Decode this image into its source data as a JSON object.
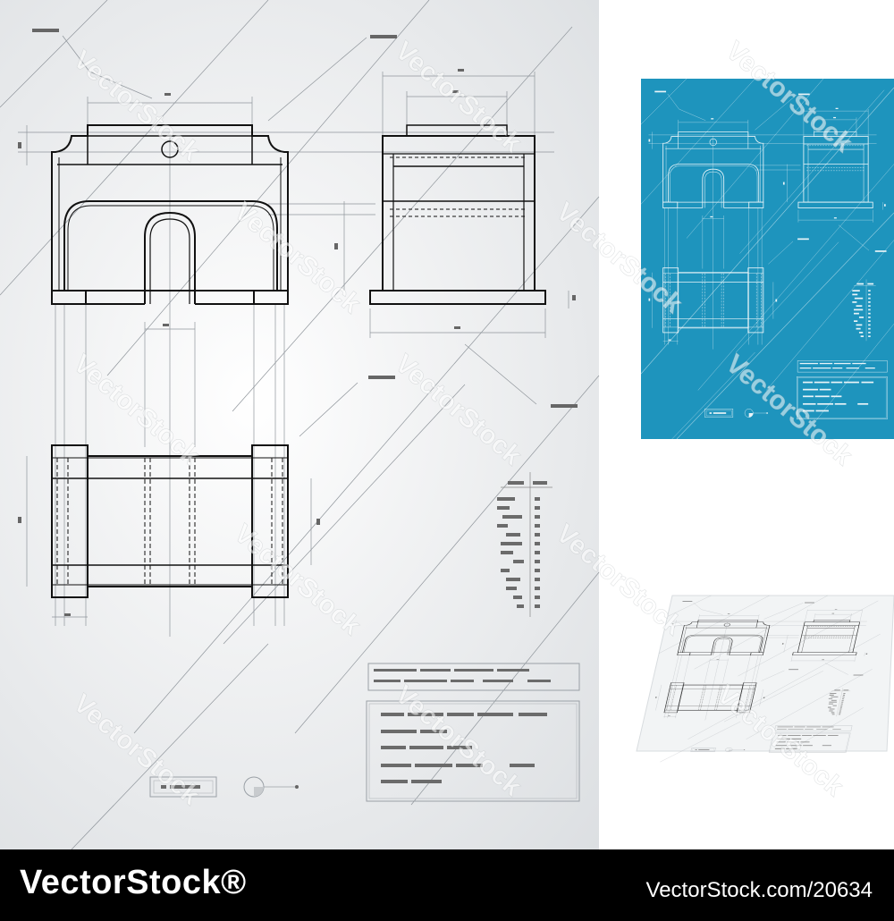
{
  "watermark": "VectorStock",
  "footer": {
    "logo": "VectorStock®",
    "credit": "VectorStock.com/20634"
  },
  "colors": {
    "sheet": "#e4e6e8",
    "line": "#1a1a1a",
    "guide": "#9aa0a6",
    "blueprint": "#1e94bd",
    "footer": "#000000"
  },
  "variants": [
    "grey-sheet",
    "blueprint-sheet",
    "perspective-sheet"
  ]
}
